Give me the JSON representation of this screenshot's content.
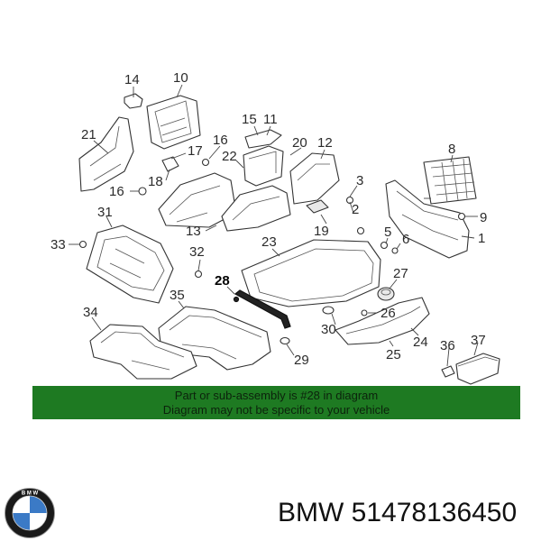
{
  "diagram": {
    "callouts": [
      "14",
      "10",
      "15",
      "11",
      "21",
      "16",
      "17",
      "18",
      "22",
      "20",
      "12",
      "8",
      "3",
      "16",
      "2",
      "19",
      "9",
      "13",
      "31",
      "23",
      "1",
      "33",
      "32",
      "5",
      "6",
      "28",
      "27",
      "35",
      "34",
      "26",
      "30",
      "24",
      "36",
      "37",
      "29",
      "25"
    ],
    "highlight_callout": "28"
  },
  "banner": {
    "line1": "Part or sub-assembly is #28 in diagram",
    "line2": "Diagram may not be specific to your vehicle",
    "color": "#1e7a22"
  },
  "brand": {
    "logo": "bmw-roundel-logo",
    "text": "BMW 51478136450"
  }
}
